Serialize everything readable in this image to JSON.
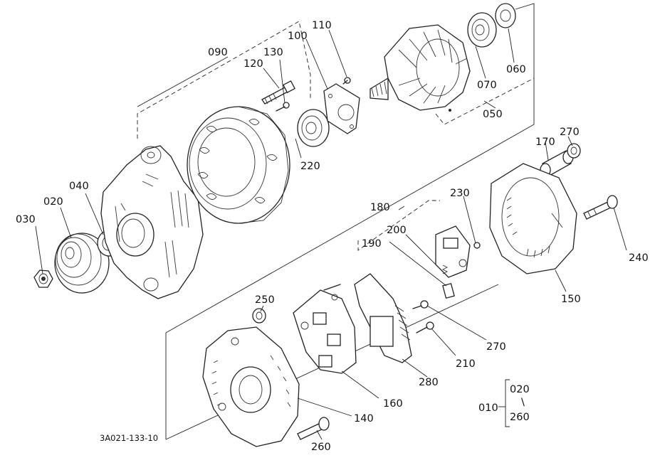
{
  "figure_id": "3A021-133-10",
  "callouts": {
    "c010": "010",
    "c020": "020",
    "c030": "030",
    "c040": "040",
    "c050": "050",
    "c060": "060",
    "c070": "070",
    "c090": "090",
    "c100": "100",
    "c110": "110",
    "c120": "120",
    "c130": "130",
    "c140": "140",
    "c150": "150",
    "c160": "160",
    "c170": "170",
    "c180": "180",
    "c190": "190",
    "c200": "200",
    "c210": "210",
    "c220": "220",
    "c230": "230",
    "c240": "240",
    "c250": "250",
    "c260": "260",
    "c270a": "270",
    "c270b": "270",
    "c280": "280"
  },
  "assembly_note": {
    "parent": "010",
    "from": "020",
    "to": "260"
  }
}
